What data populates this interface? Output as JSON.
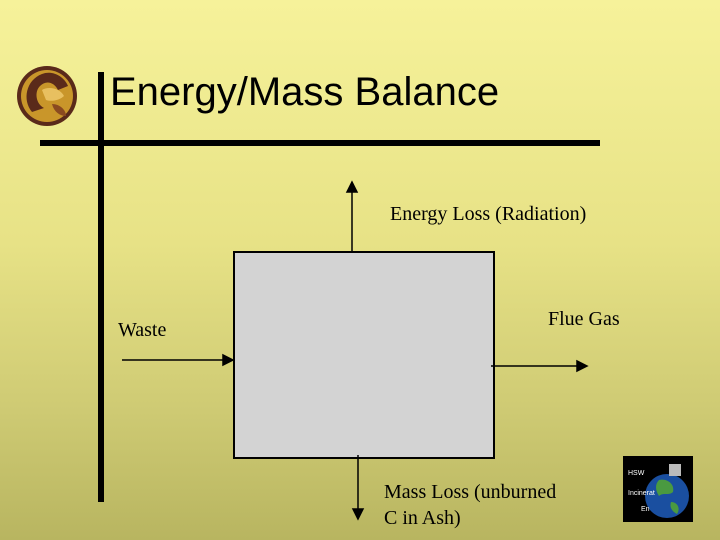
{
  "slide": {
    "title": "Energy/Mass Balance"
  },
  "diagram": {
    "energy_loss_label": "Energy Loss (Radiation)",
    "waste_label": "Waste",
    "flue_gas_label": "Flue Gas",
    "mass_loss_line1": "Mass Loss (unburned",
    "mass_loss_line2": "C in Ash)"
  },
  "badge": {
    "line1": "HSW",
    "line2": "Incinerat",
    "line3": "En"
  },
  "colors": {
    "background_top": "#f6f29a",
    "background_bottom": "#b8b560",
    "box_fill": "#d3d3d3",
    "lines": "#000000",
    "logo_gold": "#c9962a",
    "logo_dark": "#5a2a1a"
  }
}
